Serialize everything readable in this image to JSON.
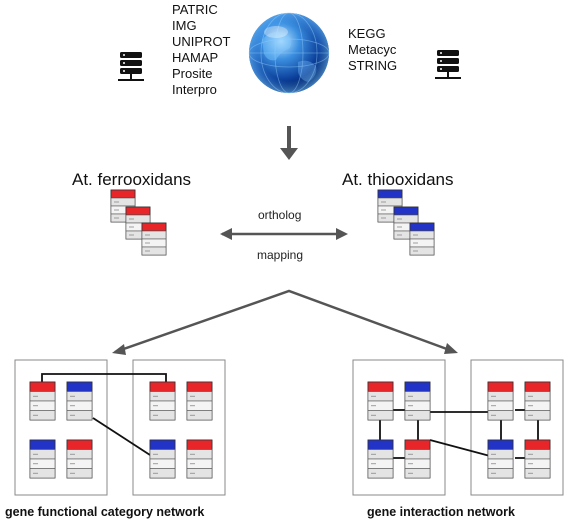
{
  "databases_left": [
    "PATRIC",
    "IMG",
    "UNIPROT",
    "HAMAP",
    "Prosite",
    "Interpro"
  ],
  "databases_right": [
    "KEGG",
    "Metacyc",
    "STRING"
  ],
  "organisms": {
    "left": "At. ferrooxidans",
    "right": "At. thiooxidans"
  },
  "mapping": {
    "top_label": "ortholog",
    "bottom_label": "mapping"
  },
  "networks": {
    "left_caption": "gene functional category network",
    "right_caption": "gene interaction network"
  },
  "colors": {
    "ferrooxidans": "#e8262a",
    "thiooxidans": "#2233c8",
    "arrow": "#555555",
    "panel_border": "#888888"
  },
  "icons": {
    "database": "database-server-icon",
    "globe": "globe-icon"
  }
}
